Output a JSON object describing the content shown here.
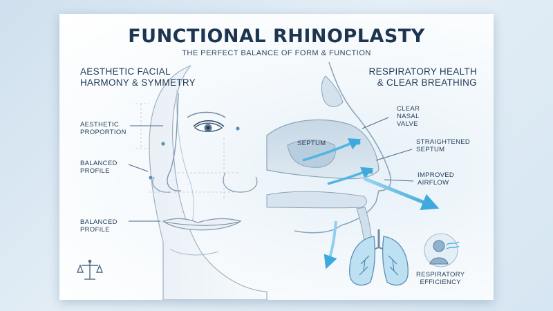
{
  "title": "FUNCTIONAL RHINOPLASTY",
  "subtitle": "THE PERFECT BALANCE OF FORM & FUNCTION",
  "left_heading": {
    "line1": "AESTHETIC FACIAL",
    "line2": "HARMONY & SYMMETRY"
  },
  "right_heading": {
    "line1": "RESPIRATORY HEALTH",
    "line2": "& CLEAR BREATHING"
  },
  "left_labels": {
    "aesthetic_proportion": {
      "line1": "AESTHETIC",
      "line2": "PROPORTION"
    },
    "balanced_profile_1": {
      "line1": "BALANCED",
      "line2": "PROFILE"
    },
    "balanced_profile_2": {
      "line1": "BALANCED",
      "line2": "PROFILE"
    }
  },
  "right_labels": {
    "septum": "SEPTUM",
    "clear_nasal_valve": {
      "line1": "CLEAR",
      "line2": "NASAL",
      "line3": "VALVE"
    },
    "straightened_septum": {
      "line1": "STRAIGHTENED",
      "line2": "SEPTUM"
    },
    "improved_airflow": {
      "line1": "IMPROVED",
      "line2": "AIRFLOW"
    },
    "respiratory_efficiency": {
      "line1": "RESPIRATORY",
      "line2": "EFFICIENCY"
    }
  },
  "icons": [
    "scales-icon",
    "lungs-icon",
    "breathing-person-icon",
    "airflow-arrow-icon"
  ],
  "colors": {
    "title": "#1d3550",
    "text": "#243e5a",
    "airflow": "#4fb6e3",
    "line": "#7f97ad",
    "background": "#cfe0ee"
  }
}
